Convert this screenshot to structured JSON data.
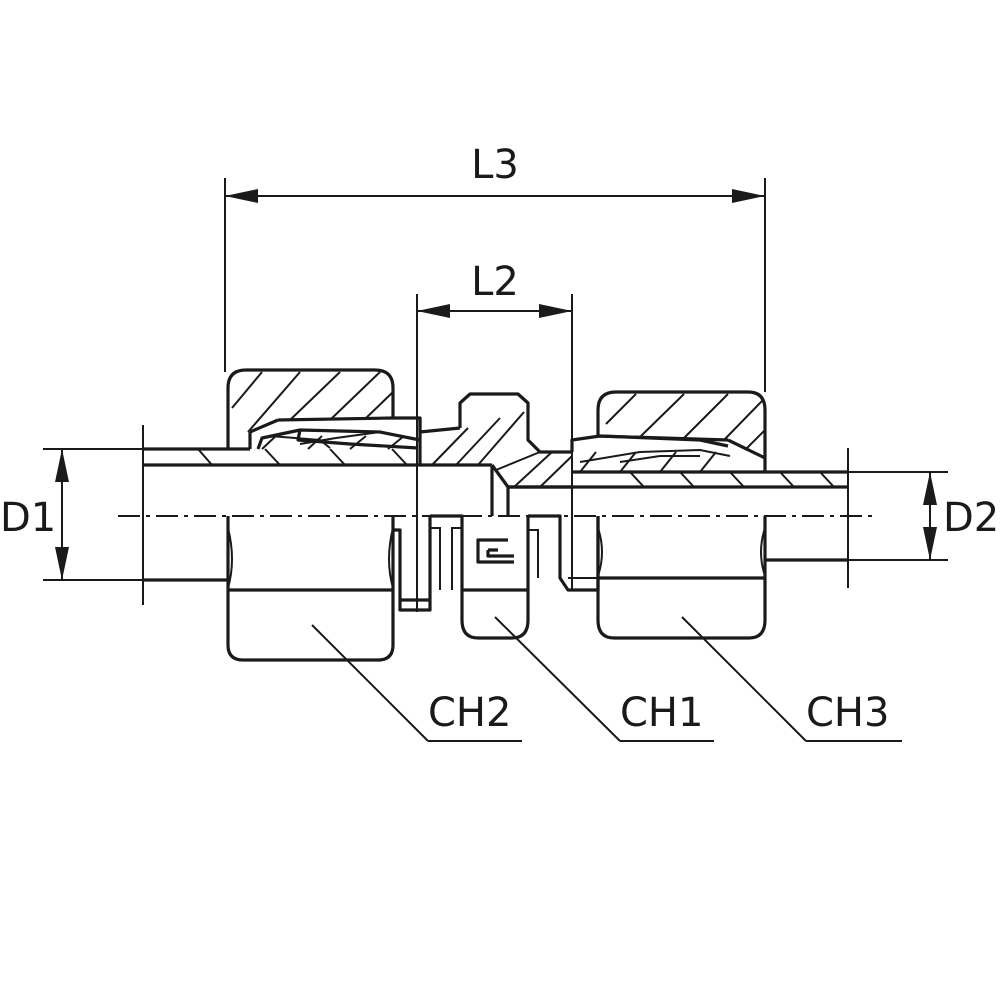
{
  "labels": {
    "l3": "L3",
    "l2": "L2",
    "d1": "D1",
    "d2": "D2",
    "ch1": "CH1",
    "ch2": "CH2",
    "ch3": "CH3"
  },
  "colors": {
    "ink": "#1a1a1a",
    "background": "#ffffff"
  }
}
